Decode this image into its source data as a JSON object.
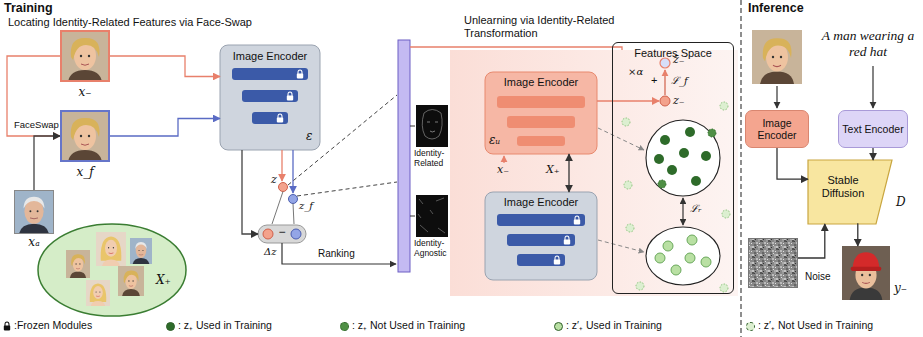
{
  "diagram": {
    "nodes": [
      {
        "text": [
          "x₋"
        ]
      },
      {
        "text": [
          "x_f"
        ]
      },
      {
        "text": [
          "xₐ"
        ]
      },
      {
        "text": [
          "X₊"
        ]
      },
      {
        "text": [
          "Image Encoder",
          "ε"
        ]
      },
      {
        "text": [
          "−"
        ]
      },
      {
        "text": [
          "Identity-Related"
        ]
      },
      {
        "text": [
          "Identity-Agnostic"
        ]
      },
      {
        "text": [
          "Unlearning via Identity-Related Transformation"
        ]
      },
      {
        "text": [
          "Image Encoder",
          "εᵤ"
        ],
        "in": 8
      },
      {
        "text": [
          "Image Encoder"
        ],
        "in": 8
      },
      {
        "text": [
          "Features Space"
        ],
        "in": 8
      },
      {
        "text": [
          "Image Encoder"
        ]
      },
      {
        "text": [
          "Text Encoder"
        ]
      },
      {
        "text": [
          "Stable Diffusion",
          "D"
        ]
      },
      {
        "text": [
          "Noise"
        ]
      },
      {
        "text": [
          "y₋"
        ]
      }
    ],
    "edges": [
      {
        "from": 0,
        "to": 1,
        "arrow": "to"
      },
      {
        "from": 2,
        "to": 1,
        "label": "FaceSwap",
        "arrow": "to"
      },
      {
        "from": 0,
        "to": 4,
        "arrow": "to"
      },
      {
        "from": 1,
        "to": 4,
        "arrow": "to"
      },
      {
        "from": 4,
        "to": 5,
        "arrow": "to"
      },
      {
        "from": 9,
        "to": 10,
        "arrow": "both"
      },
      {
        "from": 12,
        "to": 14,
        "arrow": "to"
      },
      {
        "from": 13,
        "to": 14,
        "arrow": "to"
      },
      {
        "from": 15,
        "to": 14,
        "arrow": "to"
      },
      {
        "from": 14,
        "to": 16,
        "arrow": "to"
      }
    ],
    "labels": [
      "Training",
      "Locating Identity-Related Features via Face-Swap",
      "Inference",
      "z",
      "z_f",
      "Δz",
      "Ranking",
      "×α",
      "z̄₋",
      "+",
      "ℒ_f",
      "z₋",
      "ℒᵣ",
      "x₋",
      "X₊",
      "A man wearing a red hat"
    ],
    "legend": [
      {
        "text": ":Frozen Modules"
      },
      {
        "text": ": z₊ Used in Training",
        "color": "#2e6b2a"
      },
      {
        "text": ": z₊ Not Used in Training",
        "color": "#4f8f45"
      },
      {
        "text": ": z′₊ Used in Training",
        "color": "#b9e0a3"
      },
      {
        "text": ": z′₊ Not Used in Training",
        "color": "#dcefd0"
      }
    ]
  }
}
